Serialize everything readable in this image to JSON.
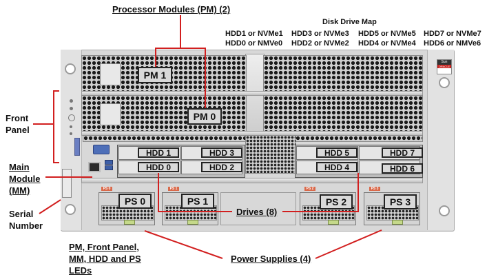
{
  "title": "Processor Modules (PM) (2)",
  "disk_drive_map": {
    "title": "Disk Drive Map",
    "columns": [
      {
        "top": "HDD1 or NVMe1",
        "bottom": "HDD0 or NMVe0"
      },
      {
        "top": "HDD3 or NVMe3",
        "bottom": "HDD2 or NVMe2"
      },
      {
        "top": "HDD5 or NVMe5",
        "bottom": "HDD4 or NVMe4"
      },
      {
        "top": "HDD7 or NVMe7",
        "bottom": "HDD6 or NMVe6"
      }
    ]
  },
  "callouts": {
    "front_panel": [
      "Front",
      "Panel"
    ],
    "main_module": [
      "Main",
      "Module",
      "(MM)"
    ],
    "serial_number": [
      "Serial",
      "Number"
    ],
    "drives": "Drives (8)",
    "power_supplies": "Power Supplies (4)",
    "leds": [
      "PM, Front Panel,",
      "MM, HDD and PS",
      "LEDs"
    ]
  },
  "processor_modules": [
    "PM 1",
    "PM 0"
  ],
  "drives": {
    "left_cage": {
      "top": [
        "HDD 1",
        "HDD 3"
      ],
      "bottom": [
        "HDD 0",
        "HDD 2"
      ]
    },
    "right_cage": {
      "top": [
        "HDD 5",
        "HDD 7"
      ],
      "bottom": [
        "HDD 4",
        "HDD 6"
      ]
    }
  },
  "power_supplies": [
    {
      "label": "PS 0",
      "tag": "PS 0"
    },
    {
      "label": "PS 1",
      "tag": "PS 1"
    },
    {
      "label": "PS 2",
      "tag": "PS 2"
    },
    {
      "label": "PS 3",
      "tag": "PS 3"
    }
  ],
  "branding": {
    "top": "Sun",
    "middle": "ORACLE"
  },
  "colors": {
    "callout_line": "#d21f1f",
    "ps_tag": "#d9694a",
    "background": "#ffffff"
  }
}
